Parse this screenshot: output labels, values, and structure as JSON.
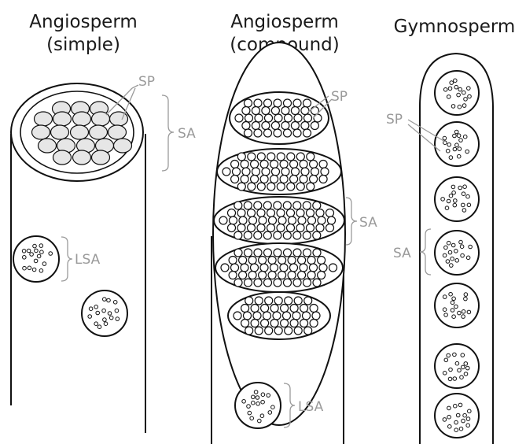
{
  "titles": {
    "simple": {
      "line1": "Angiosperm",
      "line2": "(simple)"
    },
    "compound": {
      "line1": "Angiosperm",
      "line2": "(compound)"
    },
    "gymno": {
      "line1": "Gymnosperm"
    }
  },
  "labels": {
    "sp": "SP",
    "sa": "SA",
    "lsa": "LSA"
  },
  "colors": {
    "outline": "#111111",
    "label": "#9a9a9a",
    "plate": "#e6e6e6"
  }
}
